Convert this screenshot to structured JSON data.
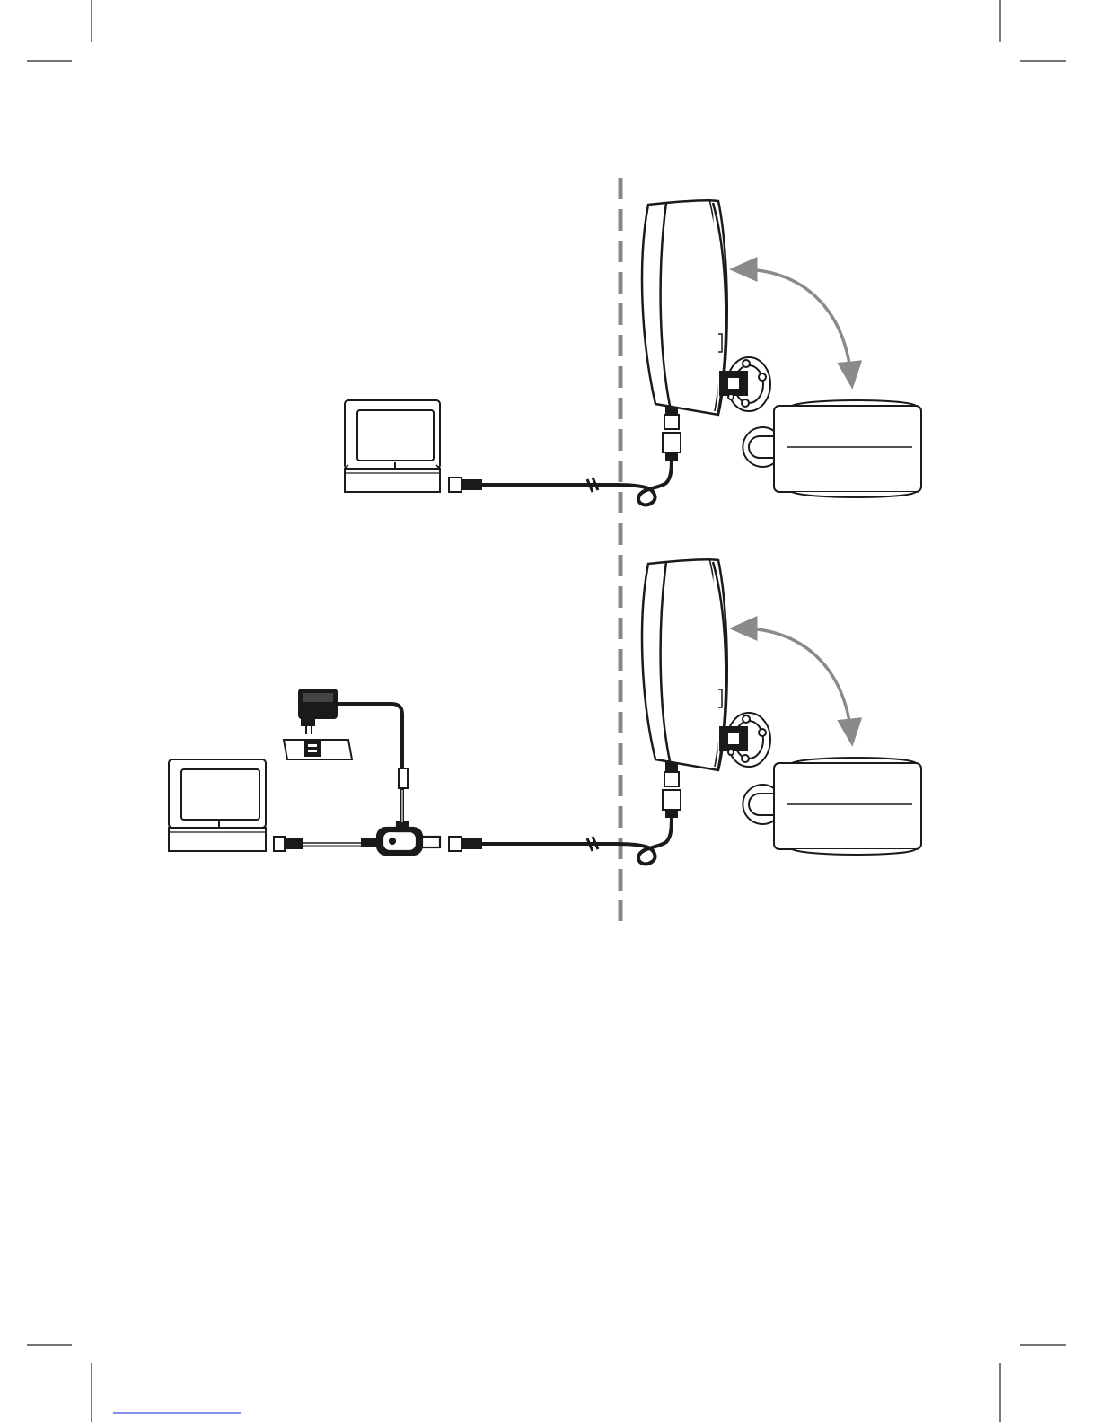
{
  "diagram": {
    "panels": [
      {
        "id": "direct-connection",
        "components": [
          "tv",
          "coax-cable",
          "antenna",
          "wall-mount",
          "tilt-arrow",
          "window"
        ]
      },
      {
        "id": "amplified-connection",
        "components": [
          "tv",
          "short-coax-cable",
          "power-injector",
          "power-adapter",
          "wall-socket",
          "coax-cable",
          "antenna",
          "wall-mount",
          "tilt-arrow",
          "window"
        ]
      }
    ],
    "wall_divider": "dashed-line",
    "colors": {
      "ink": "#1a1a1a",
      "arrow": "#8a8a8a",
      "divider": "#888888",
      "link_underline": "#3b4fd6"
    }
  }
}
